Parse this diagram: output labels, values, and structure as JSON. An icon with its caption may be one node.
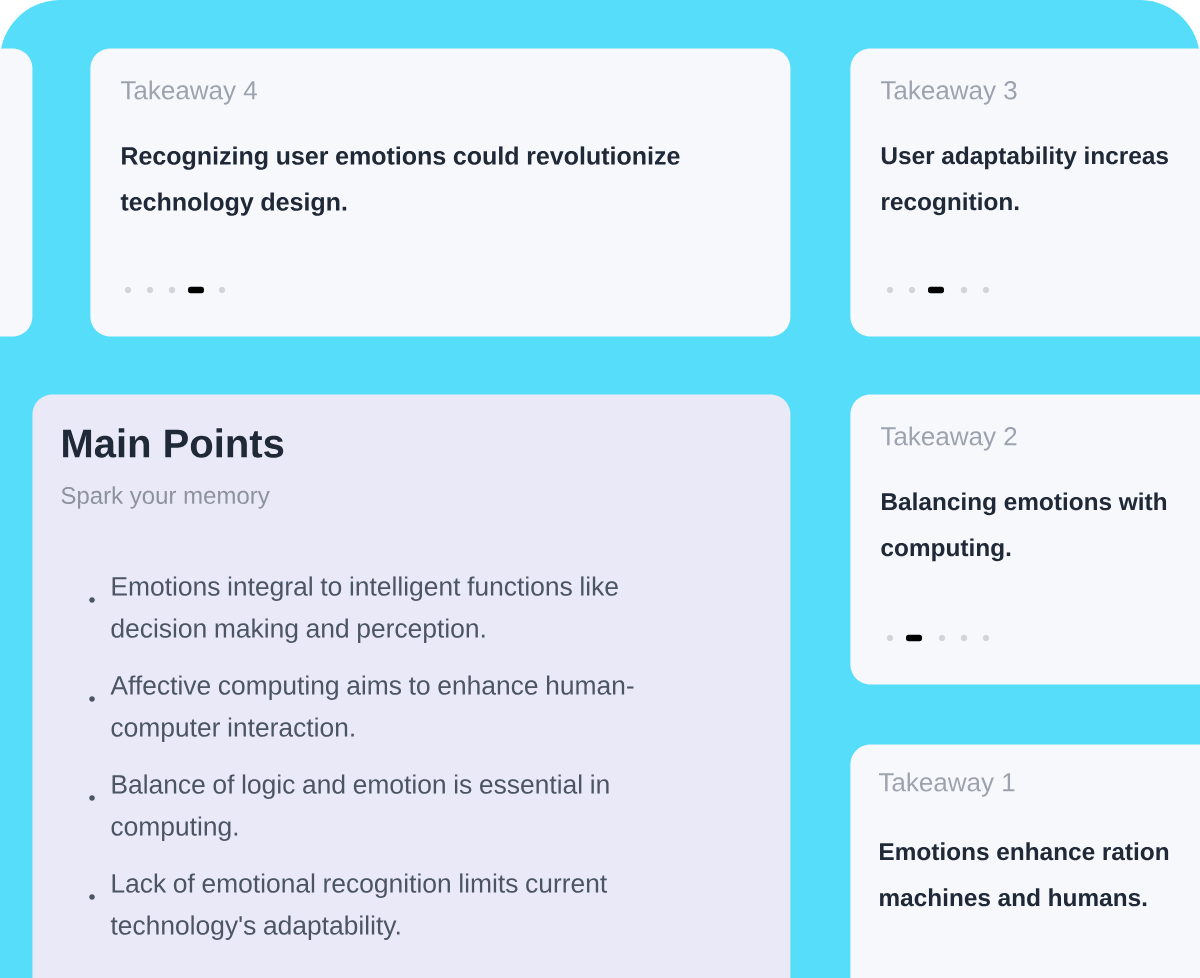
{
  "diagram": {
    "nodes": [
      {
        "text": [],
        "shape": "box"
      },
      {
        "text": [
          "Takeaway 4",
          "Recognizing user emotions could revolutionize technology design."
        ]
      },
      {
        "text": [
          "Takeaway 3",
          "User adaptability increas recognition."
        ]
      },
      {
        "text": [
          "Main Points",
          "Spark your memory",
          "Emotions integral to intelligent functions like decision making and perception.",
          "Affective computing aims to enhance human-computer interaction.",
          "Balance of logic and emotion is essential in computing.",
          "Lack of emotional recognition limits current technology's adaptability."
        ]
      },
      {
        "text": [
          "Takeaway 2",
          "Balancing emotions with computing."
        ]
      },
      {
        "text": [
          "Takeaway 1",
          "Emotions enhance ration machines and humans."
        ]
      }
    ]
  }
}
